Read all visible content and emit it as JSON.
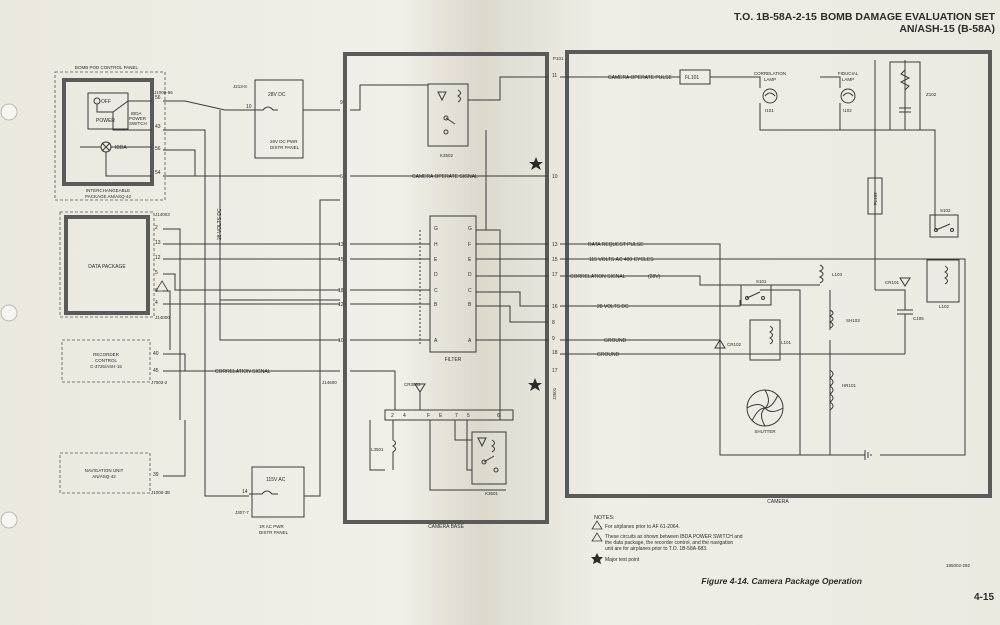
{
  "header": {
    "doc_number": "T.O. 1B-58A-2-15",
    "title_line1": "BOMB DAMAGE EVALUATION SET",
    "title_line2": "AN/ASH-15 (B-58A)",
    "page_number": "4-15"
  },
  "caption": "Figure 4-14. Camera Package Operation",
  "drawing_id": "195002-292",
  "notes": {
    "heading": "NOTES:",
    "note1": "For airplanes prior to AF 61-2064.",
    "note2_line1": "These circuits as shown between IBDA POWER SWITCH and",
    "note2_line2": "the data package, the recorder control, and the navigation",
    "note2_line3": "unit are for airplanes prior to T.O. 1B-58A-683.",
    "legend_test_point": "Major test point"
  },
  "components": {
    "bomb_pod_panel": "BOMB POD CONTROL PANEL",
    "interchangeable_line1": "INTERCHANGEABLE",
    "interchangeable_line2": "PACKAGE AN/ASQ-42",
    "off_label": "OFF",
    "power_label": "POWER",
    "ibda_power_switch_line1": "IBDA",
    "ibda_power_switch_line2": "POWER",
    "ibda_power_switch_line3": "SWITCH",
    "ibda_label": "IBDA",
    "data_package": "DATA PACKAGE",
    "recorder_control_line1": "RECORDER",
    "recorder_control_line2": "CONTROL",
    "recorder_control_line3": "C-3725/ASH-15",
    "navigation_unit_line1": "NAVIGATION UNIT",
    "navigation_unit_line2": "AN/ASQ-42",
    "dc_panel_voltage": "28V DC",
    "dc_panel_line1": "28V DC PWR",
    "dc_panel_line2": "DISTR PANEL",
    "ac_panel_voltage": "115V AC",
    "ac_panel_line1": "1R AC PWR",
    "ac_panel_line2": "DISTR PANEL",
    "camera_base": "CAMERA BASE",
    "filter": "FILTER",
    "camera": "CAMERA",
    "shutter": "SHUTTER",
    "correlation_lamp_line1": "CORRELATION",
    "correlation_lamp_line2": "LAMP",
    "fiducial_lamp_line1": "FIDUCIAL",
    "fiducial_lamp_line2": "LAMP"
  },
  "signals": {
    "camera_operate_signal": "CAMERA OPERATE SIGNAL",
    "correlation_signal": "CORRELATION SIGNAL",
    "volts_28_dc_vertical": "28 VOLTS DC",
    "camera_operate_pulse": "CAMERA OPERATE PULSE",
    "data_request_pulse": "DATA REQUEST PULSE",
    "ac_400": "115 VOLTS AC 400 CYCLES",
    "correlation_signal_28v": "CORRELATION SIGNAL",
    "plus_28v": "(28V)",
    "volts_28_dc": "28 VOLTS DC",
    "ground1": "GROUND",
    "ground2": "GROUND"
  },
  "refs": {
    "j1000": "J1000-56",
    "j13": "J213-8",
    "j14003": "J14003",
    "j4000": "J14000",
    "j7003": "J7003-2",
    "j1000_bottom": "J1000-3E",
    "j307": "J307-7",
    "j14600": "J14600",
    "p101": "P101",
    "j3501": "J3501",
    "k3502": "K3502",
    "k3501": "K3501",
    "cr3501": "CR3501",
    "l3501": "L3501",
    "fl101": "FL101",
    "fl102": "FL102",
    "i101": "I101",
    "i102": "I102",
    "z102": "Z102",
    "s101": "S101",
    "s102": "S102",
    "cr101": "CR101",
    "cr102": "CR102",
    "l101": "L101",
    "l102": "L102",
    "l103": "L103",
    "sh103": "SH103",
    "hr101": "HR101",
    "c105": "C105"
  },
  "pins": {
    "panel_pins": [
      "56",
      "43",
      "56",
      "54"
    ],
    "data_pins": [
      "2",
      "13",
      "12",
      "5",
      "6",
      "4"
    ],
    "recorder_pins": [
      "40",
      "45"
    ],
    "nav_pin": "39",
    "dc_pin": "10",
    "ac_pin": "14",
    "base_left_pins": [
      "9",
      "6",
      "13",
      "15",
      "18",
      "12",
      "10"
    ],
    "base_right_pins": [
      "11",
      "10",
      "13",
      "15",
      "17",
      "16",
      "8",
      "9",
      "18",
      "17"
    ],
    "filter_left_pins": [
      "G",
      "H",
      "E",
      "D",
      "C",
      "B",
      "A"
    ],
    "filter_right_pins": [
      "G",
      "F",
      "E",
      "D",
      "C",
      "B",
      "A"
    ],
    "terminal_pins": [
      "2",
      "4",
      "F",
      "E",
      "7",
      "5",
      "6"
    ]
  }
}
